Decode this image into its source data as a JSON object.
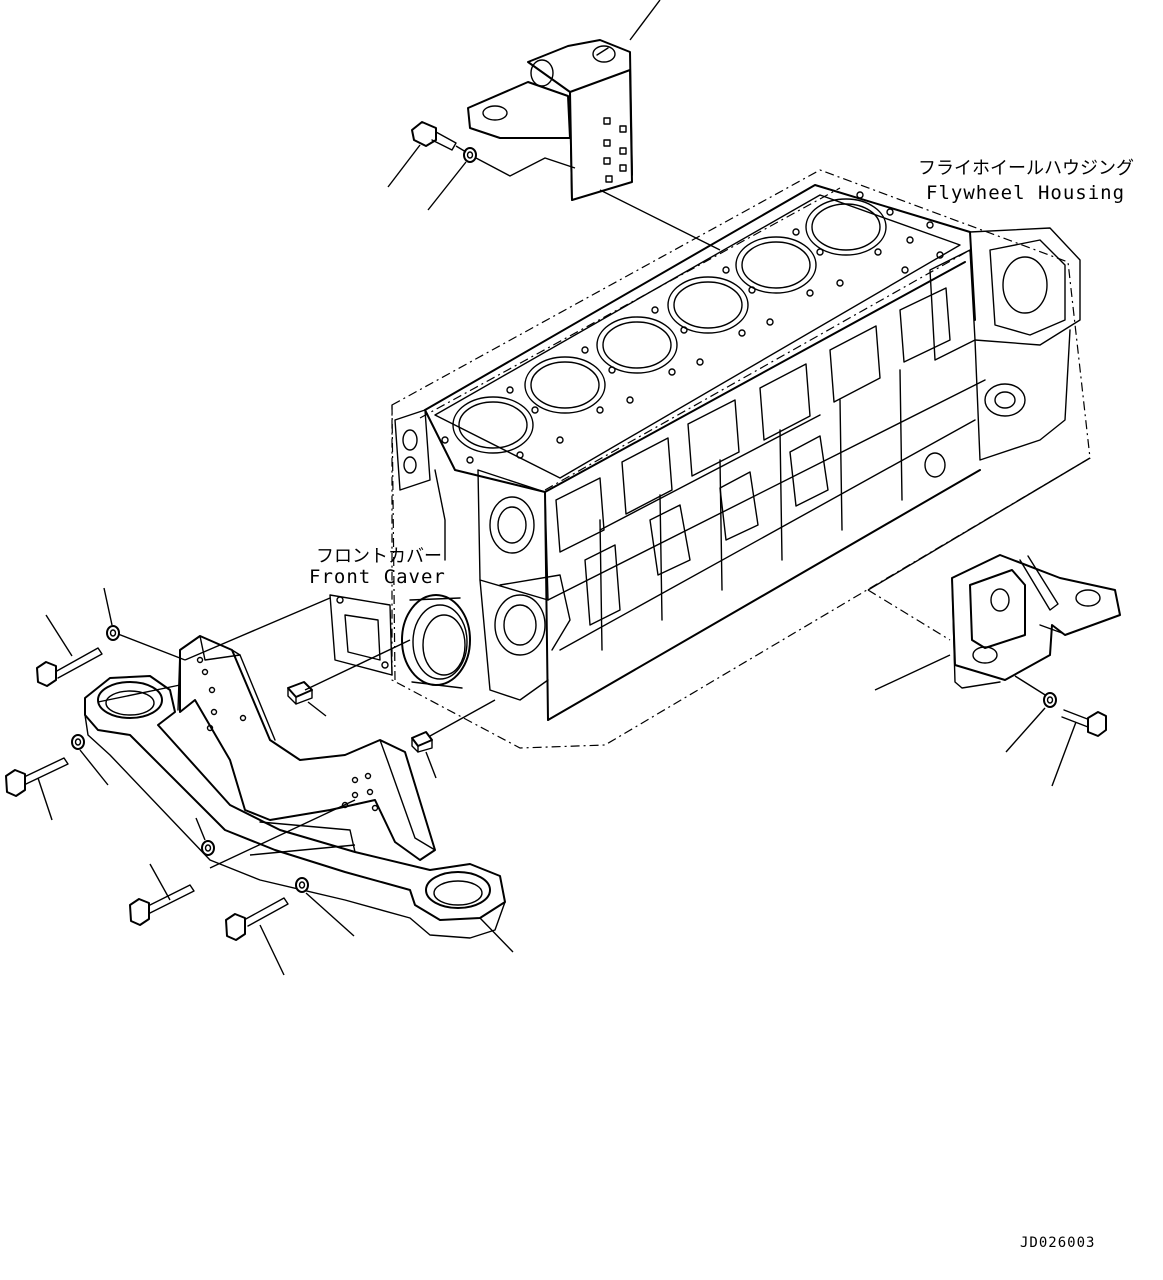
{
  "labels": {
    "flywheel_housing_jp": "フライホイールハウジング",
    "flywheel_housing_en": "Flywheel Housing",
    "front_cover_jp": "フロントカバー",
    "front_cover_en": "Front Caver"
  },
  "drawing_code": "JD026003"
}
